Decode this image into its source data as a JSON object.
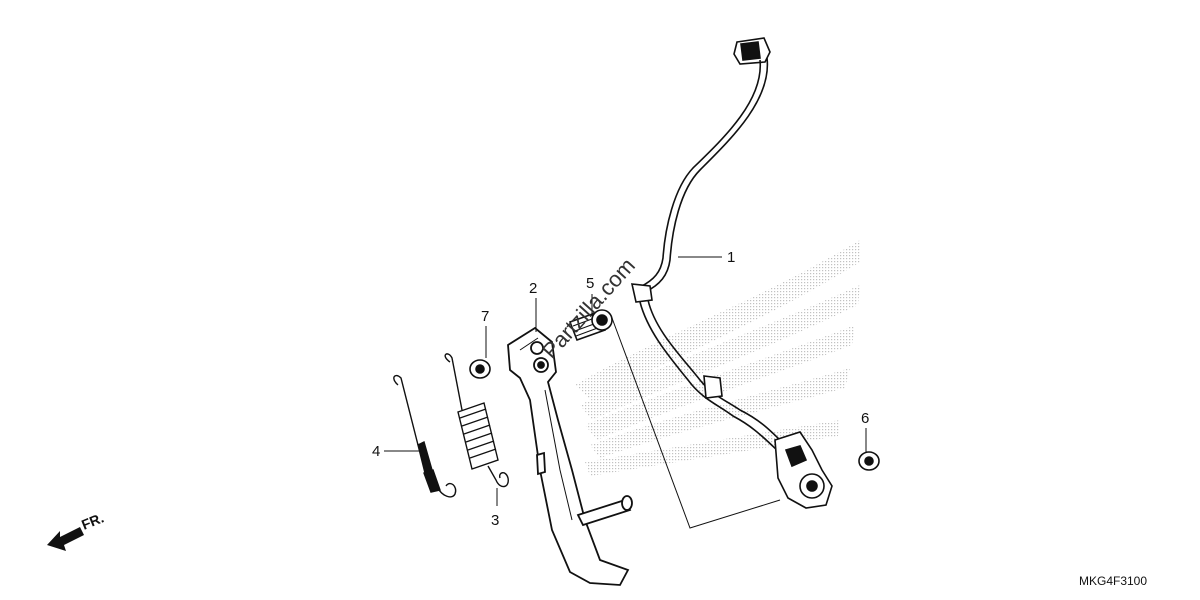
{
  "diagram": {
    "callouts": {
      "c1": "1",
      "c2": "2",
      "c3": "3",
      "c4": "4",
      "c5": "5",
      "c6": "6",
      "c7": "7"
    },
    "direction_label": "FR.",
    "watermark": "Partzilla.com",
    "diagram_code": "MKG4F3100"
  },
  "colors": {
    "line": "#111111",
    "logo_dots": "#9a9a9a"
  }
}
